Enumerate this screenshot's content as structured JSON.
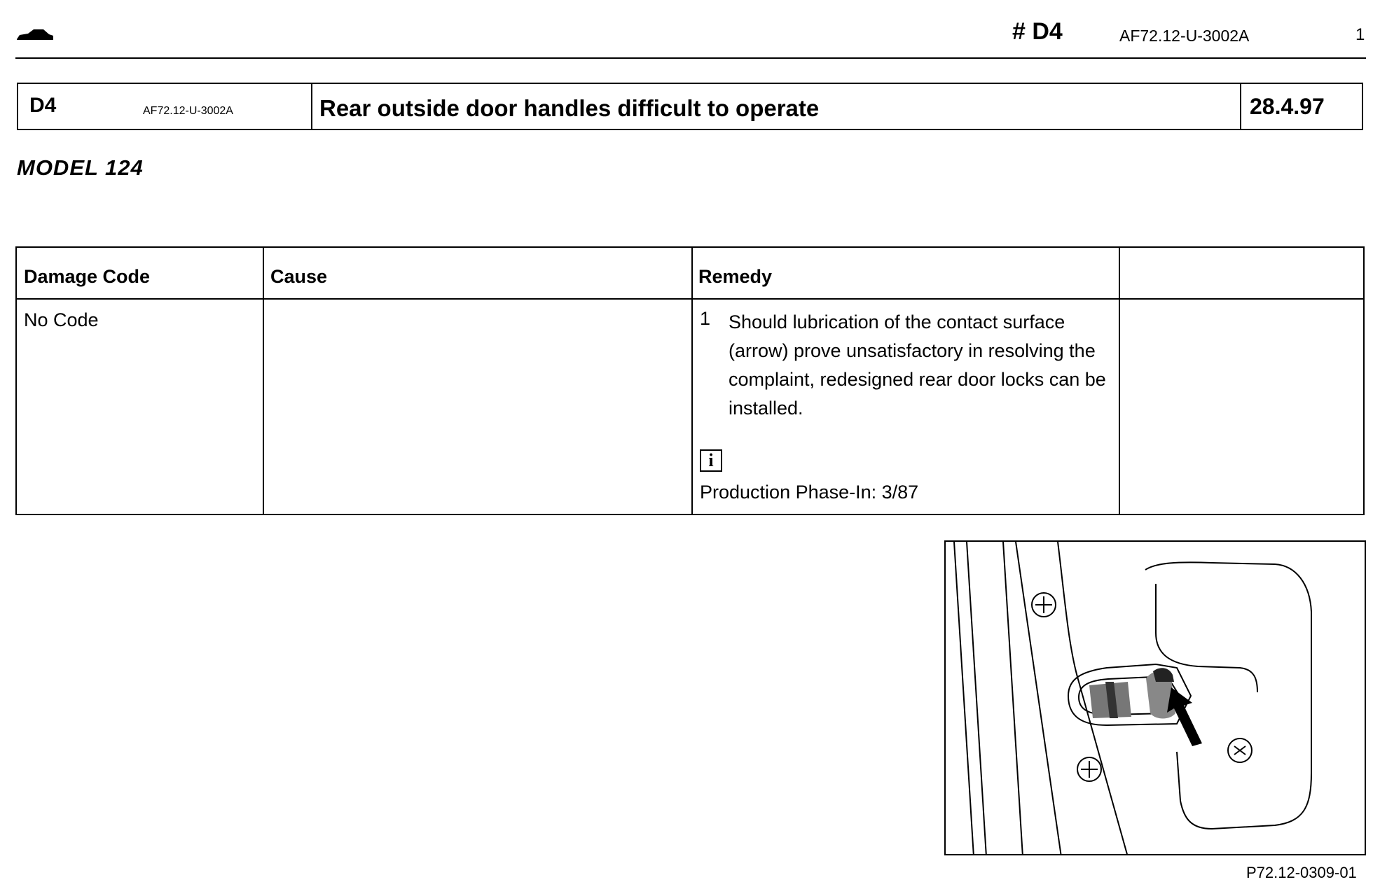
{
  "header": {
    "code": "# D4",
    "doc_number": "AF72.12-U-3002A",
    "page_number": "1",
    "icon": "car-icon"
  },
  "title_bar": {
    "code": "D4",
    "doc_number": "AF72.12-U-3002A",
    "title": "Rear outside door handles difficult to operate",
    "date": "28.4.97"
  },
  "model": "MODEL 124",
  "table": {
    "headers": [
      "Damage Code",
      "Cause",
      "Remedy",
      ""
    ],
    "row": {
      "damage_code": "No Code",
      "cause": "",
      "remedy_number": "1",
      "remedy_text": "Should lubrication of the contact surface (arrow) prove unsatisfactory in resolving the complaint, redesigned rear door locks can be installed.",
      "info_icon": "i",
      "production_phase_in": "Production Phase-In:  3/87"
    }
  },
  "figure": {
    "caption": "P72.12-0309-01",
    "icon": "door-lock-illustration"
  }
}
